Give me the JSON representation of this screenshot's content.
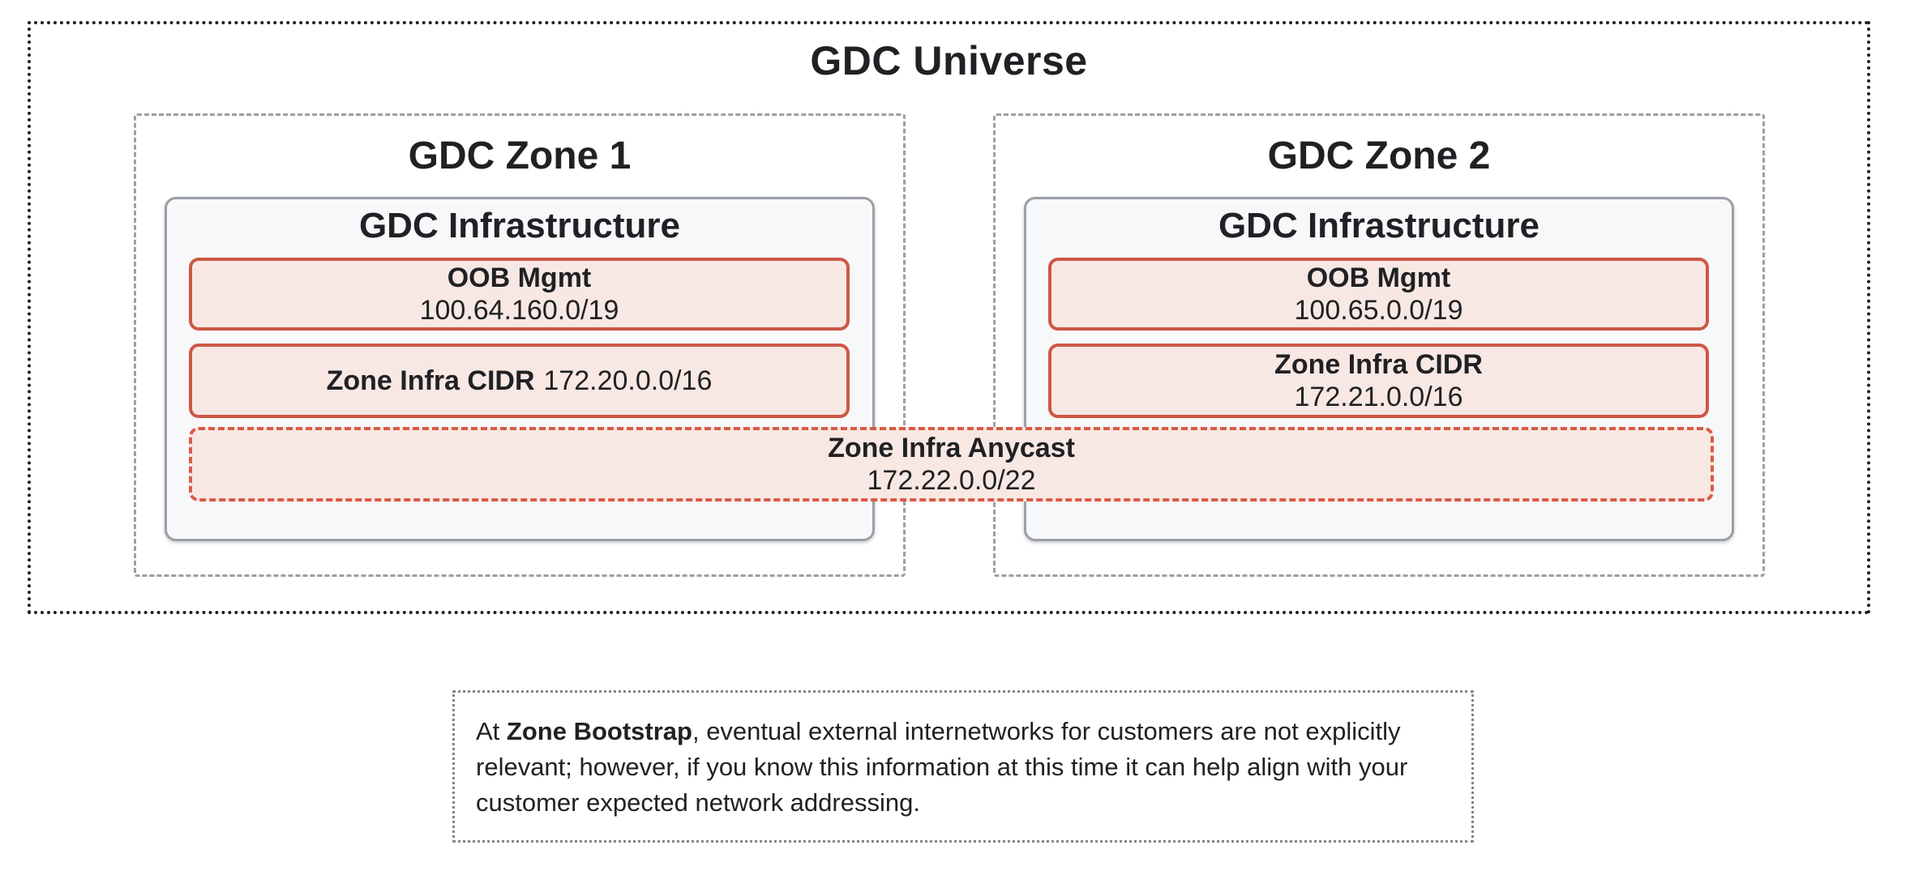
{
  "diagram": {
    "universe": {
      "title": "GDC Universe",
      "zones": [
        {
          "title": "GDC Zone 1",
          "infrastructure": {
            "title": "GDC Infrastructure",
            "oob_mgmt": {
              "label": "OOB Mgmt",
              "cidr": "100.64.160.0/19"
            },
            "zone_infra_cidr": {
              "label": "Zone Infra CIDR",
              "cidr": "172.20.0.0/16"
            }
          }
        },
        {
          "title": "GDC Zone 2",
          "infrastructure": {
            "title": "GDC Infrastructure",
            "oob_mgmt": {
              "label": "OOB Mgmt",
              "cidr": "100.65.0.0/19"
            },
            "zone_infra_cidr": {
              "label": "Zone Infra CIDR",
              "cidr": "172.21.0.0/16"
            }
          }
        }
      ],
      "zone_infra_anycast": {
        "label": "Zone Infra Anycast",
        "cidr": "172.22.0.0/22"
      }
    },
    "note": {
      "prefix": "At ",
      "emphasis": "Zone Bootstrap",
      "body": ", eventual external internetworks for customers are not explicitly relevant; however, if you know this information at this time it can help align with your customer expected network addressing."
    }
  },
  "colors": {
    "red_border": "#cd5746",
    "red_dashed_border": "#d95b47",
    "red_fill": "#f8e8e3",
    "gray_border": "#9aa0a6",
    "infra_fill": "#f7f8fa",
    "outer_border": "#1f2023",
    "text": "#202124"
  }
}
